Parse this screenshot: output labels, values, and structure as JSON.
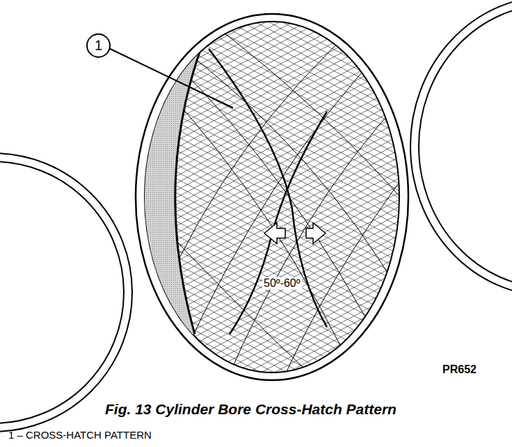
{
  "diagram": {
    "caption": "Fig. 13 Cylinder Bore Cross-Hatch Pattern",
    "nodes": [
      {
        "text": [
          "1"
        ]
      }
    ],
    "labels": [
      "50º-60º",
      "PR652",
      "1 – CROSS-HATCH PATTERN"
    ]
  }
}
